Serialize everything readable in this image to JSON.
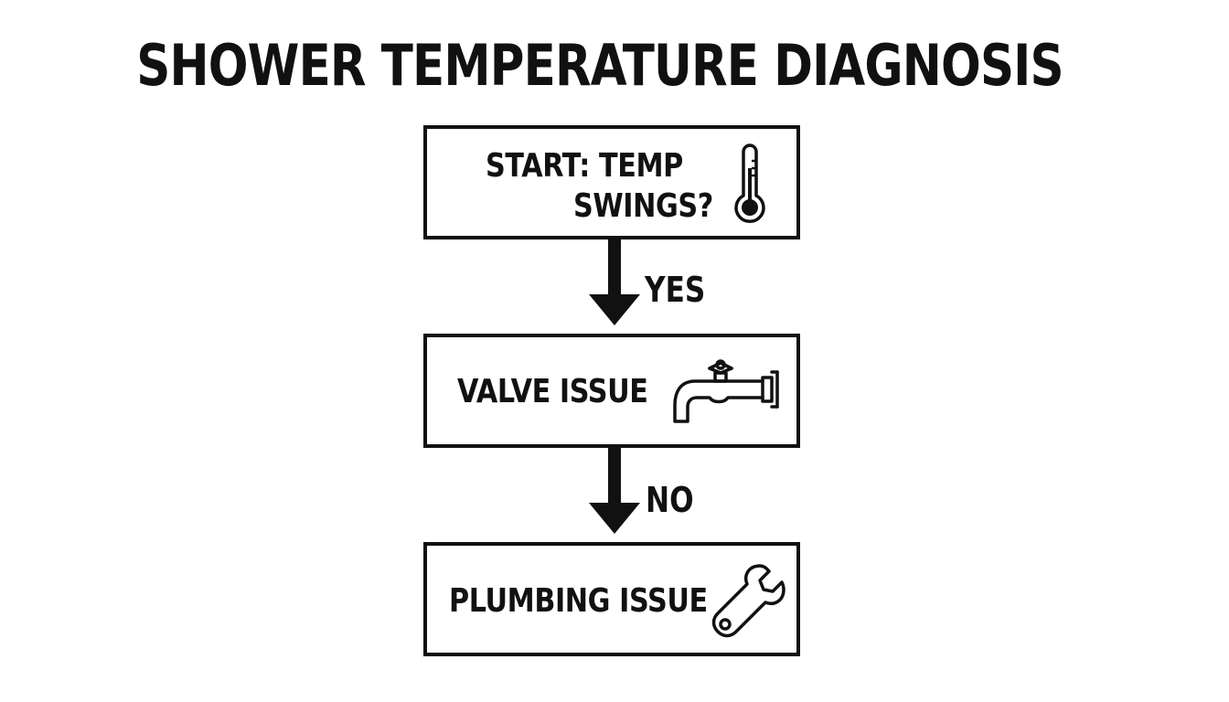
{
  "title": "SHOWER TEMPERATURE DIAGNOSIS",
  "nodes": {
    "start": {
      "line1": "START: TEMP",
      "line2": "SWINGS?",
      "icon": "thermometer-icon"
    },
    "valve": {
      "label": "VALVE ISSUE",
      "icon": "faucet-icon"
    },
    "plumbing": {
      "label": "PLUMBING ISSUE",
      "icon": "wrench-icon"
    }
  },
  "edges": {
    "start_to_valve": "YES",
    "valve_to_plumbing": "NO"
  },
  "colors": {
    "ink": "#111111",
    "background": "#ffffff"
  }
}
